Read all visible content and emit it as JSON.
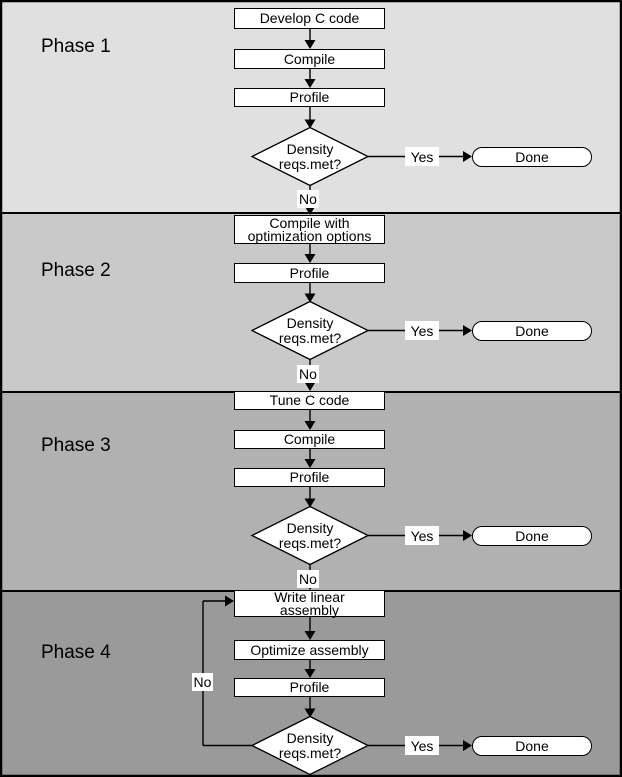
{
  "diagram": {
    "type": "flowchart",
    "description": "Four phase code development flow"
  },
  "labels": {
    "yes": "Yes",
    "no": "No",
    "done": "Done",
    "decision": "Density\nreqs.met?"
  },
  "phases": [
    {
      "name": "Phase 1",
      "steps": [
        "Develop C code",
        "Compile",
        "Profile"
      ]
    },
    {
      "name": "Phase 2",
      "steps": [
        "Compile with\noptimization options",
        "Profile"
      ]
    },
    {
      "name": "Phase 3",
      "steps": [
        "Tune C code",
        "Compile",
        "Profile"
      ]
    },
    {
      "name": "Phase 4",
      "steps": [
        "Write linear\nassembly",
        "Optimize assembly",
        "Profile"
      ]
    }
  ],
  "colors": {
    "phase_backgrounds": [
      "#e0e0e0",
      "#c9c9c9",
      "#b1b1b1",
      "#9a9a9a"
    ],
    "node_fill": "#ffffff",
    "line_color": "#000000",
    "text_color": "#000000"
  }
}
